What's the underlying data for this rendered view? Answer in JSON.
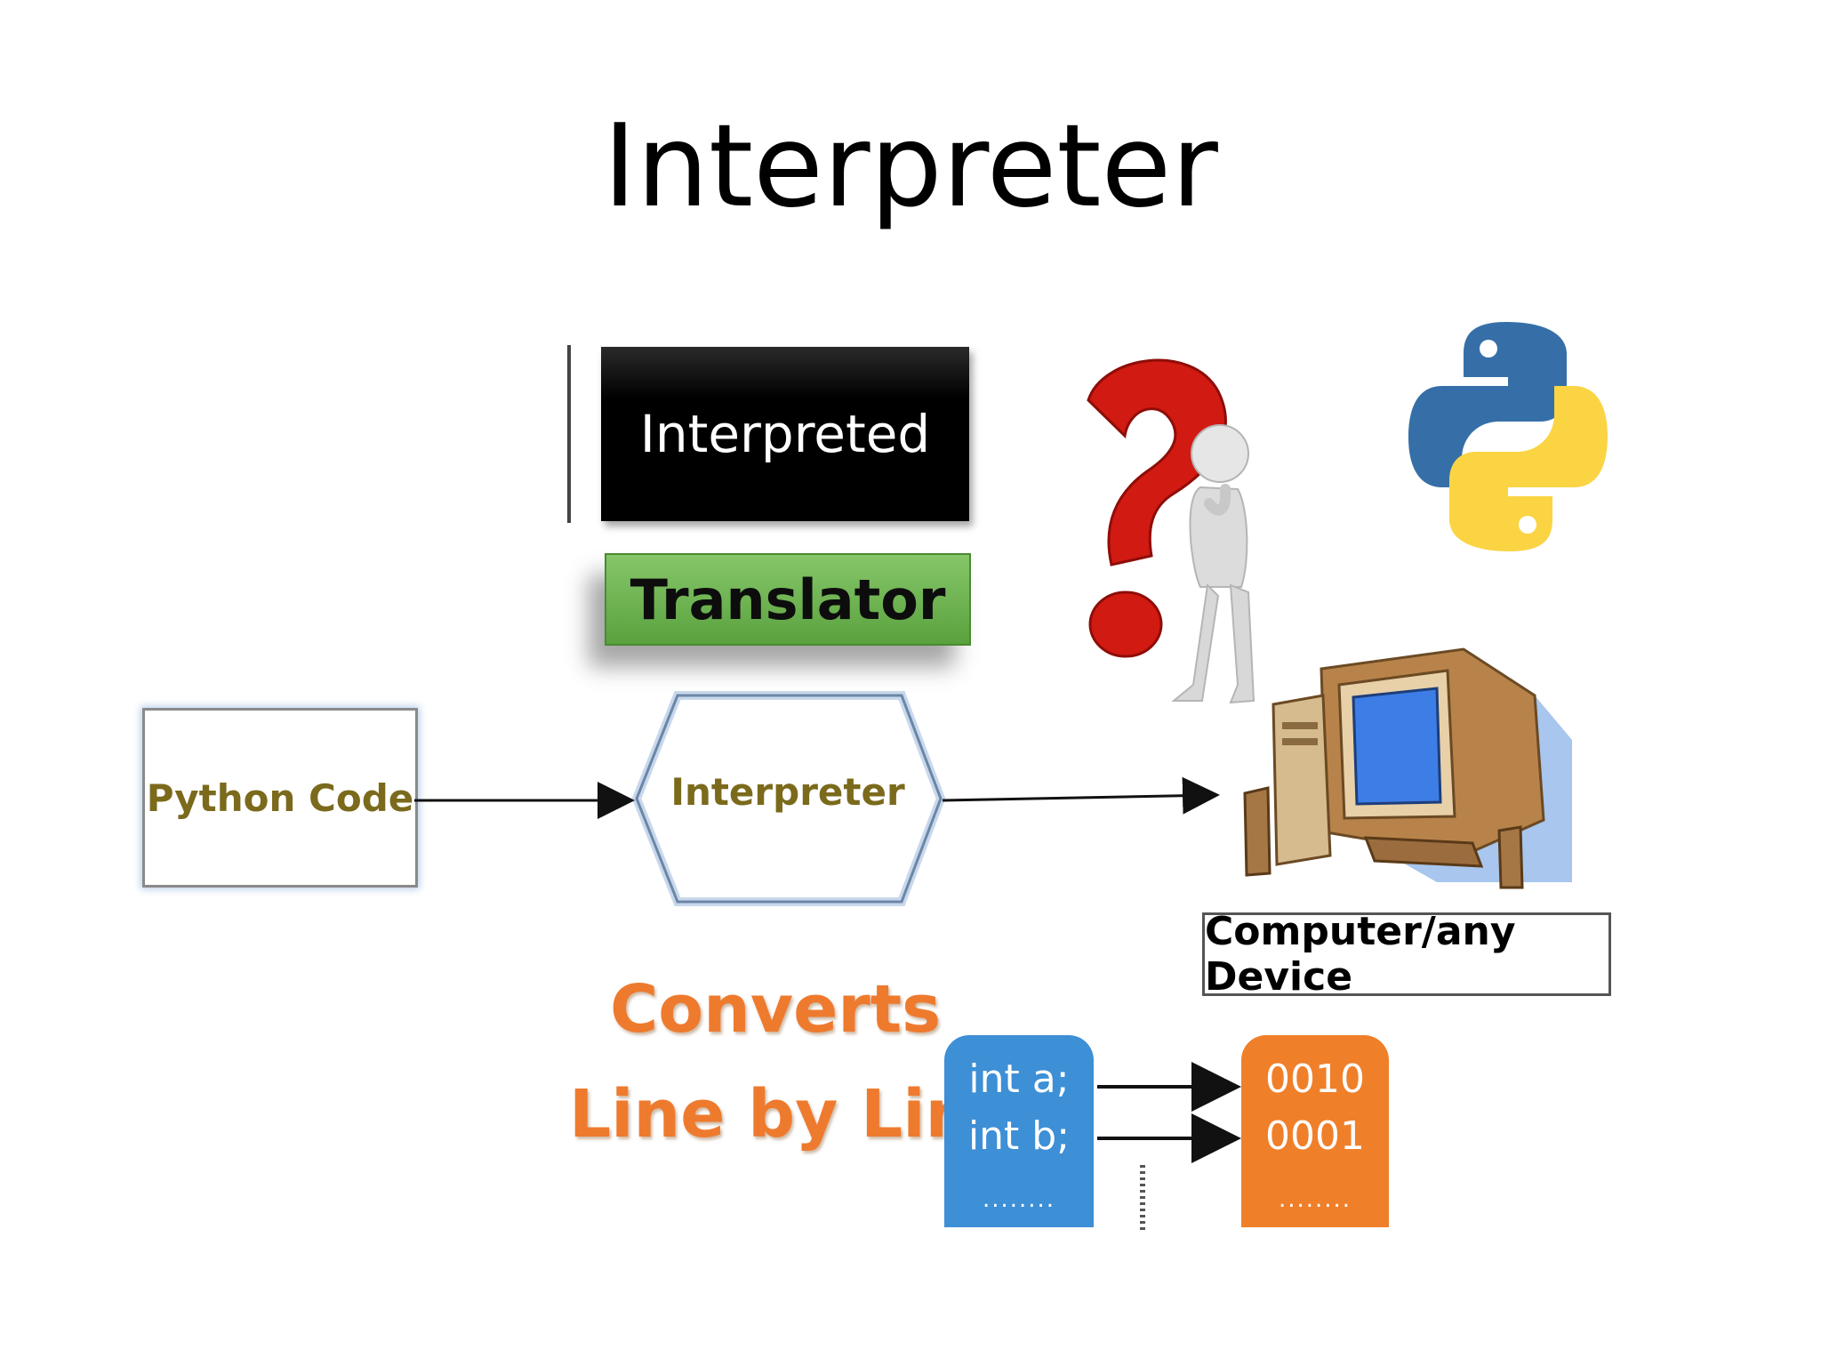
{
  "slide": {
    "title": "Interpreter"
  },
  "top_boxes": {
    "interpreted": "Interpreted",
    "translator": "Translator"
  },
  "flow": {
    "source": "Python Code",
    "processor": "Interpreter",
    "target": "Computer/any Device"
  },
  "caption": {
    "line1": "Converts",
    "line2": "Line by Line"
  },
  "code_column": {
    "lines": [
      "int a;",
      "int b;"
    ],
    "more": "........"
  },
  "binary_column": {
    "lines": [
      "0010",
      "0001"
    ],
    "more": "........"
  },
  "colors": {
    "code_box": "#3d8fd6",
    "binary_box": "#f07f2a",
    "translator_green": "#5aa23e",
    "caption_orange": "#ee7a2e",
    "label_olive": "#7b6a1c"
  },
  "icons": [
    "question-mark-icon",
    "thinking-person-icon",
    "python-logo-icon",
    "computer-icon"
  ]
}
